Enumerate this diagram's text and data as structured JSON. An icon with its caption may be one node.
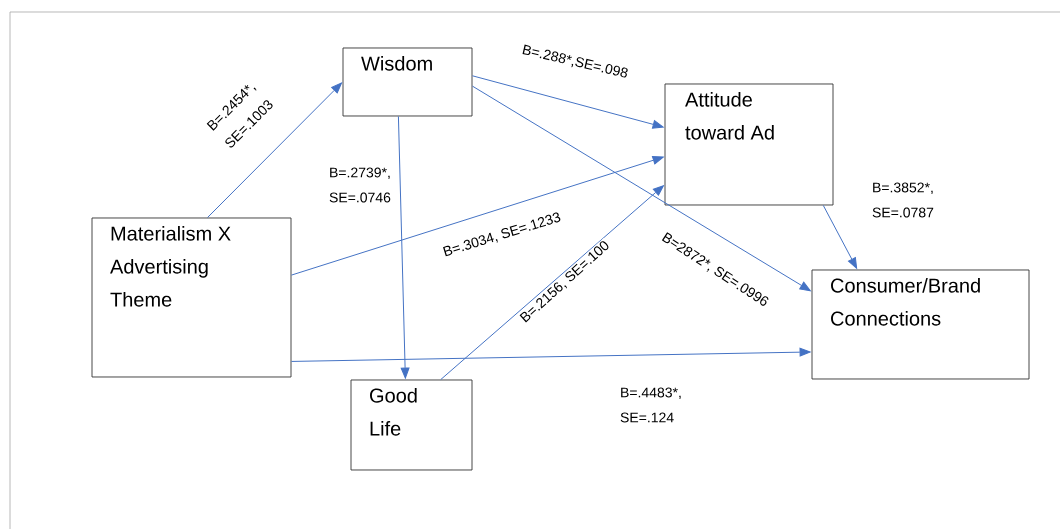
{
  "diagram": {
    "nodes": [
      {
        "text": [
          "Materialism X Advertising Theme"
        ]
      },
      {
        "text": [
          "Wisdom"
        ]
      },
      {
        "text": [
          "Attitude toward Ad"
        ]
      },
      {
        "text": [
          "Good Life"
        ]
      },
      {
        "text": [
          "Consumer/Brand Connections"
        ]
      }
    ],
    "edges": [
      {
        "from": 0,
        "to": 1,
        "arrow": "to",
        "label": "B=.2454*, SE=.1003"
      },
      {
        "from": 1,
        "to": 2,
        "arrow": "to",
        "label": "B=.288*,SE=.098"
      },
      {
        "from": 1,
        "to": 4,
        "arrow": "to",
        "label": "B=2872*, SE=.0996"
      },
      {
        "from": 1,
        "to": 3,
        "arrow": "to",
        "label": "B=.2739*, SE=.0746"
      },
      {
        "from": 0,
        "to": 2,
        "arrow": "to",
        "label": "B=.3034, SE=.1233"
      },
      {
        "from": 3,
        "to": 2,
        "arrow": "to",
        "label": "B=.2156, SE=.100"
      },
      {
        "from": 2,
        "to": 4,
        "arrow": "to",
        "label": "B=.3852*, SE=.0787"
      },
      {
        "from": 0,
        "to": 4,
        "arrow": "to",
        "label": "B=.4483*, SE=.124"
      }
    ]
  }
}
